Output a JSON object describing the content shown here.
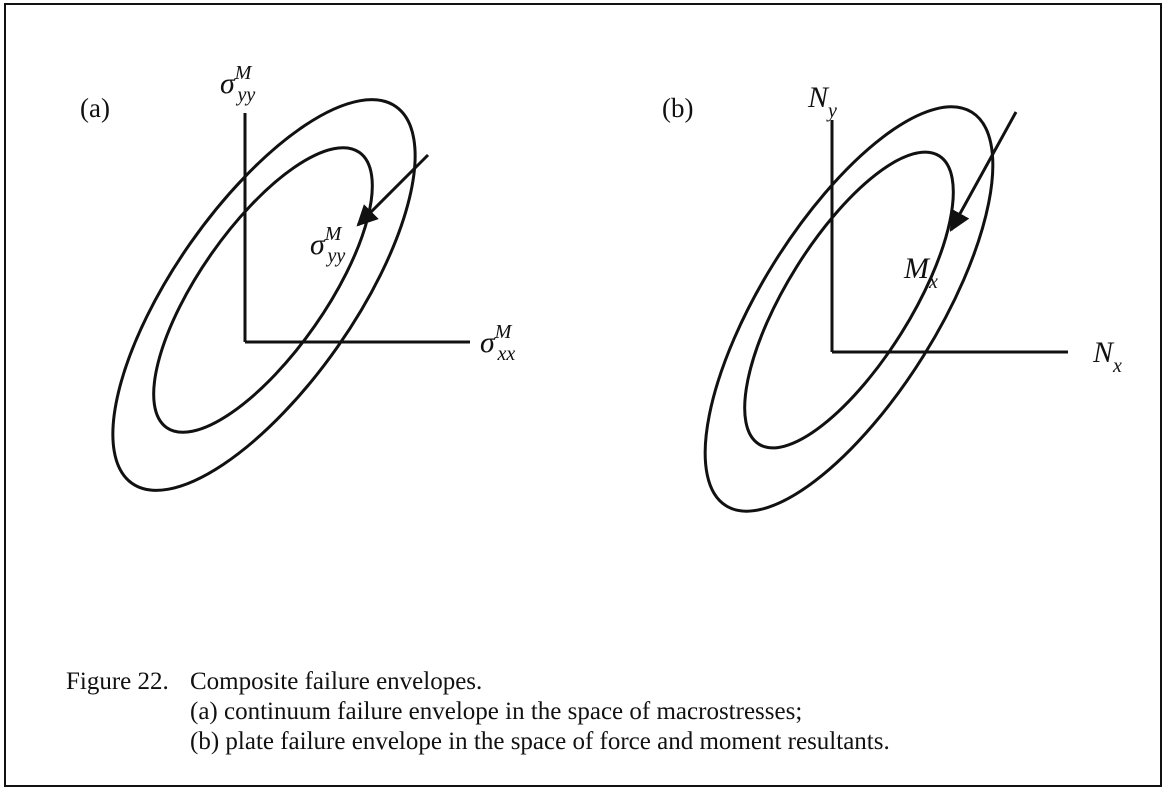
{
  "panels": [
    {
      "label": "(a)",
      "y_axis": {
        "base": "σ",
        "sup": "M",
        "sub": "yy"
      },
      "x_axis": {
        "base": "σ",
        "sup": "M",
        "sub": "xx"
      },
      "arrow_label": {
        "base": "σ",
        "sup": "M",
        "sub": "yy"
      }
    },
    {
      "label": "(b)",
      "y_axis": {
        "base": "N",
        "sup": "",
        "sub": "y"
      },
      "x_axis": {
        "base": "N",
        "sup": "",
        "sub": "x"
      },
      "arrow_label": {
        "base": "M",
        "sup": "",
        "sub": "x"
      }
    }
  ],
  "caption": {
    "figure_label": "Figure 22.",
    "title": "Composite failure envelopes.",
    "line_a": "(a) continuum failure envelope in the space of macrostresses;",
    "line_b": "(b) plate failure envelope in the space of force and moment resultants."
  },
  "colors": {
    "ink": "#111111",
    "background": "#ffffff"
  }
}
